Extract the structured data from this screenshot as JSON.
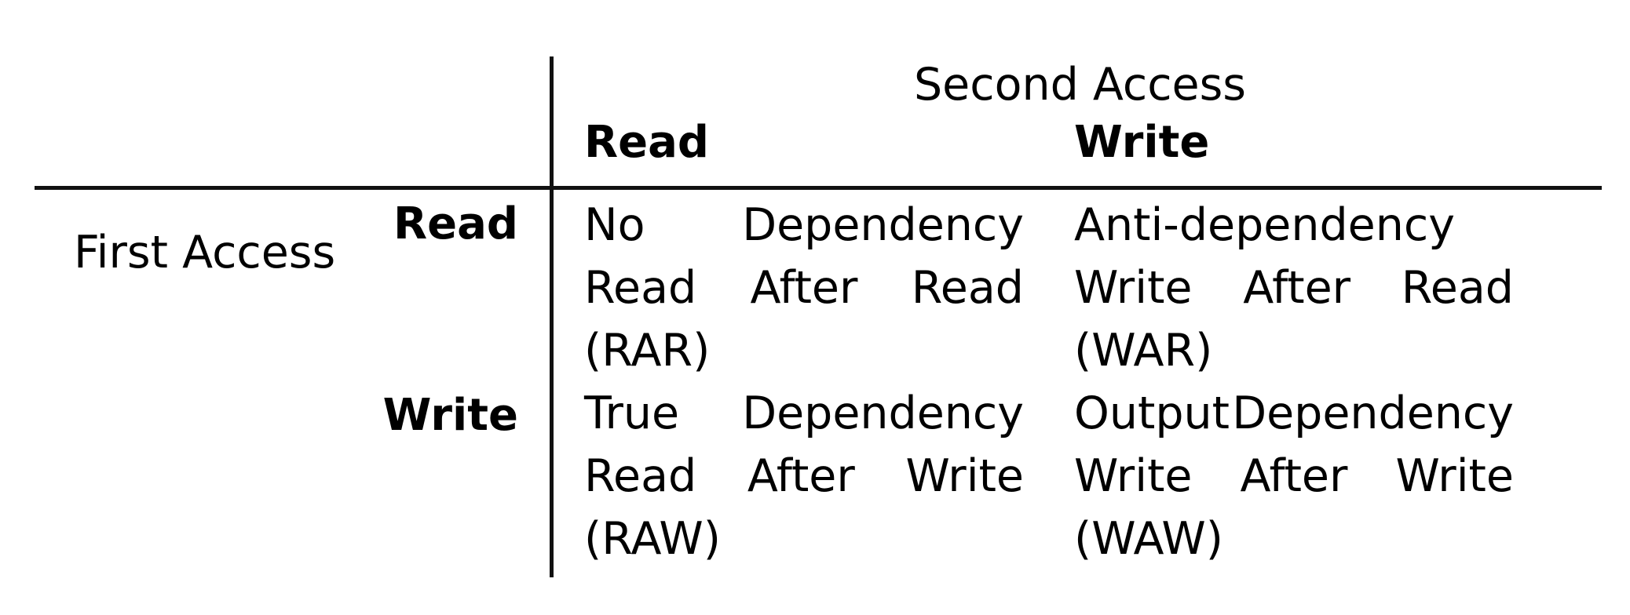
{
  "table": {
    "column_axis_title": "Second Access",
    "row_axis_title": "First Access",
    "column_headers": [
      "Read",
      "Write"
    ],
    "row_headers": [
      "Read",
      "Write"
    ],
    "cells": [
      {
        "row": "Read",
        "column": "Read",
        "name": "No Dependency",
        "expansion": "Read After Read",
        "abbreviation": "(RAR)",
        "line1_words": [
          "No",
          "Dependency"
        ],
        "line2_words": [
          "Read",
          "After",
          "Read"
        ],
        "line3": "(RAR)"
      },
      {
        "row": "Read",
        "column": "Write",
        "name": "Anti-dependency",
        "expansion": "Write After Read",
        "abbreviation": "(WAR)",
        "line1_words": [
          "Anti-dependency"
        ],
        "line2_words": [
          "Write",
          "After",
          "Read"
        ],
        "line3": "(WAR)"
      },
      {
        "row": "Write",
        "column": "Read",
        "name": "True Dependency",
        "expansion": "Read After Write",
        "abbreviation": "(RAW)",
        "line1_words": [
          "True",
          "Dependency"
        ],
        "line2_words": [
          "Read",
          "After",
          "Write"
        ],
        "line3": "(RAW)"
      },
      {
        "row": "Write",
        "column": "Write",
        "name": "Output Dependency",
        "expansion": "Write After Write",
        "abbreviation": "(WAW)",
        "line1_words": [
          "Output",
          "Dependency"
        ],
        "line2_words": [
          "Write",
          "After",
          "Write"
        ],
        "line3": "(WAW)"
      }
    ]
  },
  "colors": {
    "background": "#ffffff",
    "text": "#000000",
    "rule": "#111111"
  }
}
